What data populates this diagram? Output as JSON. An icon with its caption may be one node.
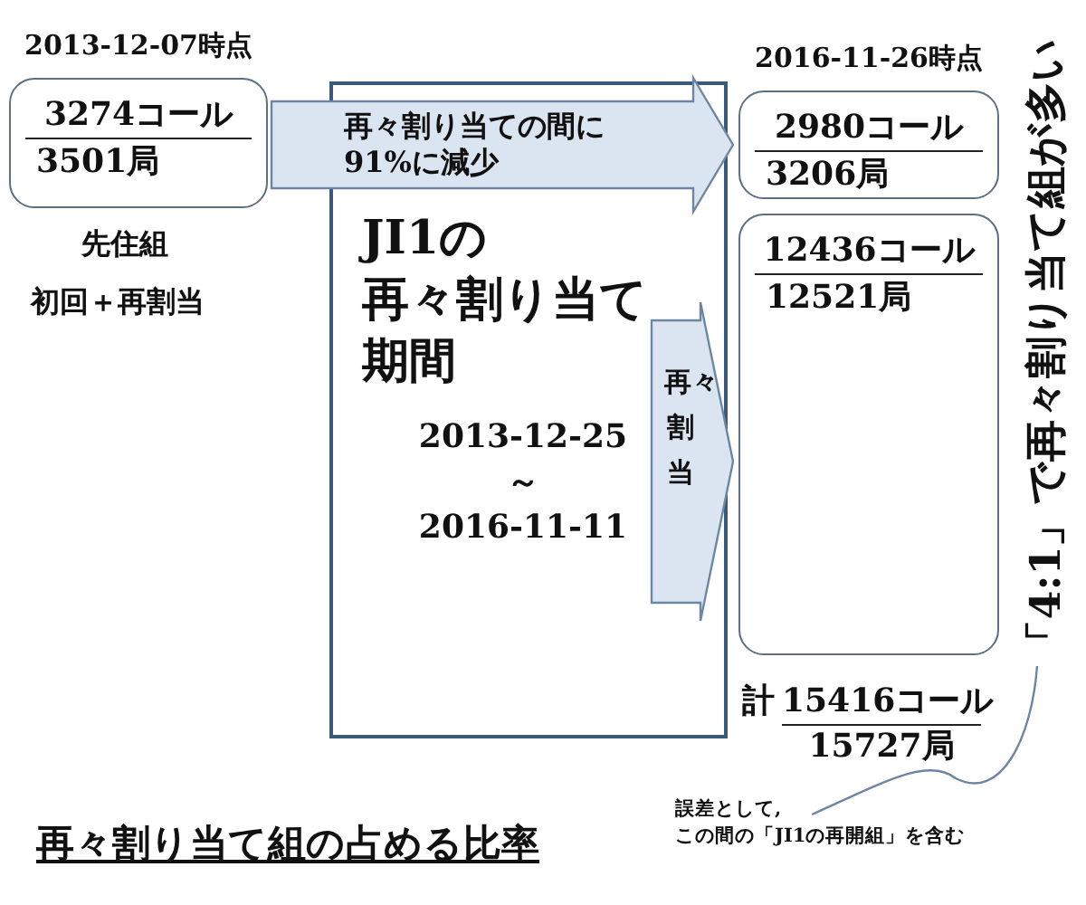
{
  "diagram": {
    "caption": "再々割り当て組の占める比率",
    "nodes": [
      {
        "text": [
          "2013-12-07時点",
          "3274コール",
          "3501局"
        ],
        "beside": [
          "先住組",
          "初回＋再割当"
        ]
      },
      {
        "text": [
          "JI1の再々割り当て期間",
          "2013-12-25 ～ 2016-11-11"
        ]
      },
      {
        "text": [
          "2016-11-26時点",
          "2980コール",
          "3206局"
        ]
      },
      {
        "text": [
          "12436コール",
          "12521局"
        ]
      },
      {
        "text": [
          "「4:1」で再々割り当て組が多い"
        ]
      },
      {
        "text": [
          "誤差として, この間の「JI1の再開組」を含む"
        ]
      }
    ],
    "edges": [
      {
        "from": 0,
        "to": 2,
        "arrow": "to",
        "label": "再々割り当ての間に91%に減少"
      },
      {
        "from": 1,
        "to": 3,
        "arrow": "to",
        "label": "再々割当"
      },
      {
        "from": 4,
        "to": 5,
        "arrow": "none"
      }
    ],
    "labels": [
      "計",
      "15416コール",
      "15727局"
    ]
  }
}
